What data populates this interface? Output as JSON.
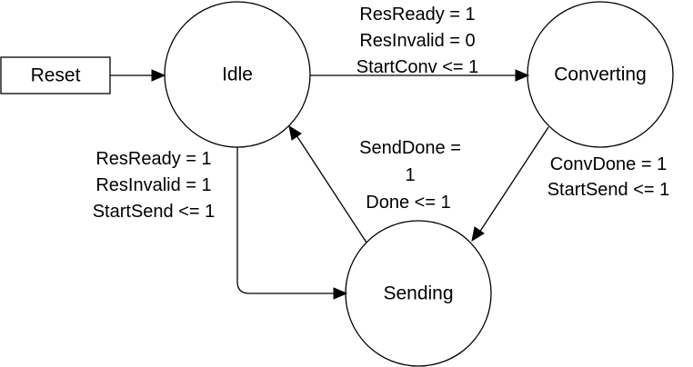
{
  "nodes": {
    "reset": "Reset",
    "idle": "Idle",
    "converting": "Converting",
    "sending": "Sending"
  },
  "edges": {
    "idle_to_converting": [
      "ResReady = 1",
      "ResInvalid = 0",
      "StartConv <= 1"
    ],
    "idle_to_sending": [
      "ResReady = 1",
      "ResInvalid = 1",
      "StartSend <= 1"
    ],
    "sending_to_idle": [
      "SendDone =",
      "1",
      "Done <= 1"
    ],
    "converting_to_sending": [
      "ConvDone = 1",
      "StartSend <= 1"
    ]
  }
}
